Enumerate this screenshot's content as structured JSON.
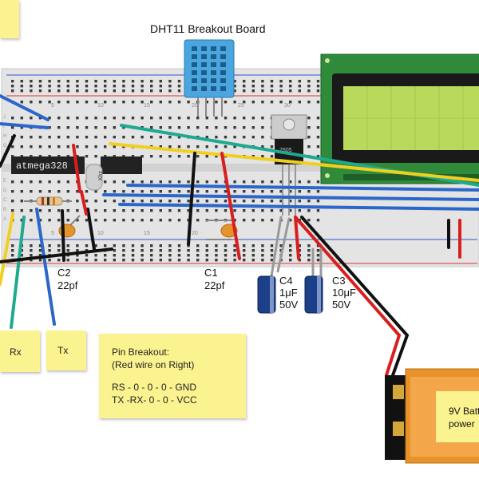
{
  "labels": {
    "dht11_title": "DHT11 Breakout Board",
    "chip": "atmega328",
    "crystal": "Khz",
    "regulator": "7805",
    "c2_name": "C2",
    "c2_value": "22pf",
    "c1_name": "C1",
    "c1_value": "22pf",
    "c4_name": "C4",
    "c4_value": "1μF",
    "c4_voltage": "50V",
    "c3_name": "C3",
    "c3_value": "10μF",
    "c3_voltage": "50V",
    "rx": "Rx",
    "tx": "Tx",
    "battery": "9V Batt",
    "battery_line2": "power",
    "row_letters": [
      "J",
      "I",
      "H",
      "G",
      "F",
      "E",
      "D",
      "C",
      "B",
      "A"
    ],
    "col_numbers": [
      "5",
      "10",
      "15",
      "20",
      "25",
      "30"
    ]
  },
  "pin_note": {
    "title": "Pin Breakout:",
    "subtitle": "(Red wire on Right)",
    "line1": "RS - 0 - 0 - 0 - GND",
    "line2": "TX -RX- 0 - 0 - VCC"
  },
  "colors": {
    "breadboard": "#e6e6e6",
    "rail_red": "#d33",
    "rail_blue": "#35c",
    "lcd_pcb": "#2f8a3a",
    "lcd_screen": "#b8d95a",
    "dht11": "#4aa6dd",
    "note": "#fbf38f",
    "wire_red": "#d91e1e",
    "wire_blue": "#2a67c9",
    "wire_yellow": "#f1cf1f",
    "wire_green": "#1fa98e",
    "wire_black": "#111111",
    "battery_orange": "#e8932a"
  }
}
